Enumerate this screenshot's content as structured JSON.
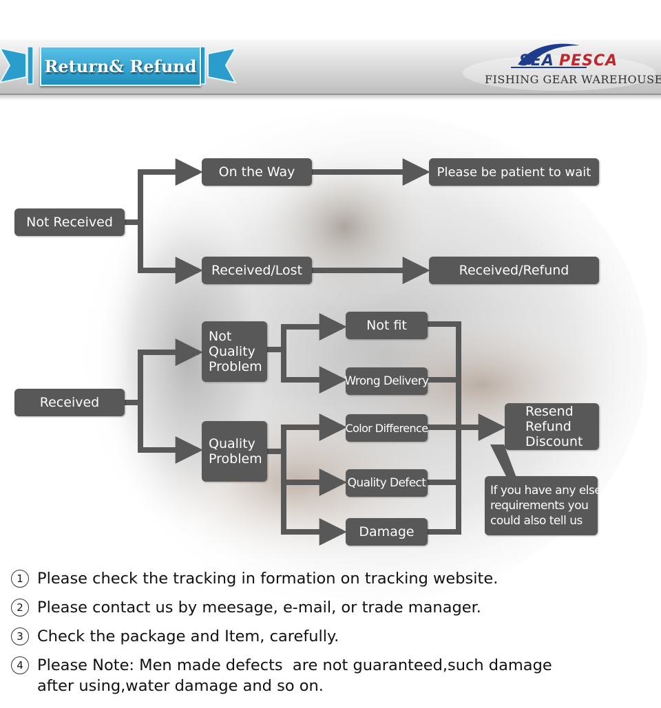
{
  "header": {
    "title": "Return& Refund",
    "logo_sea": "SEA",
    "logo_pesca": "PESCA",
    "logo_subtitle": "FISHING GEAR WAREHOUSE"
  },
  "colors": {
    "box": "#585858",
    "arrow": "#585858",
    "ribbon": "#2a9dcc",
    "logo_blue": "#1d3c8a",
    "logo_red": "#c0262e"
  },
  "flow": {
    "not_received": "Not Received",
    "on_the_way": "On the Way",
    "patient": "Please be patient to wait",
    "received_lost": "Received/Lost",
    "received_refund": "Received/Refund",
    "received": "Received",
    "not_quality": [
      "Not",
      "Quality",
      "Problem"
    ],
    "quality_problem": [
      "Quality",
      "Problem"
    ],
    "not_fit": "Not fit",
    "wrong_delivery": "Wrong Delivery",
    "color_difference": "Color Difference",
    "quality_defect": "Quality Defect",
    "damage": "Damage",
    "outcome": [
      "Resend",
      "Refund",
      "Discount"
    ],
    "note": [
      "If you have any else",
      "requirements you",
      "could also tell us"
    ]
  },
  "notes": [
    {
      "num": "1",
      "text": "Please check the tracking in formation on tracking website."
    },
    {
      "num": "2",
      "text": "Please contact us by meesage, e-mail, or trade manager."
    },
    {
      "num": "3",
      "text": "Check the package and Item, carefully."
    },
    {
      "num": "4",
      "text": "Please Note: Men made defects  are not guaranteed,such damage\nafter using,water damage and so on."
    }
  ]
}
